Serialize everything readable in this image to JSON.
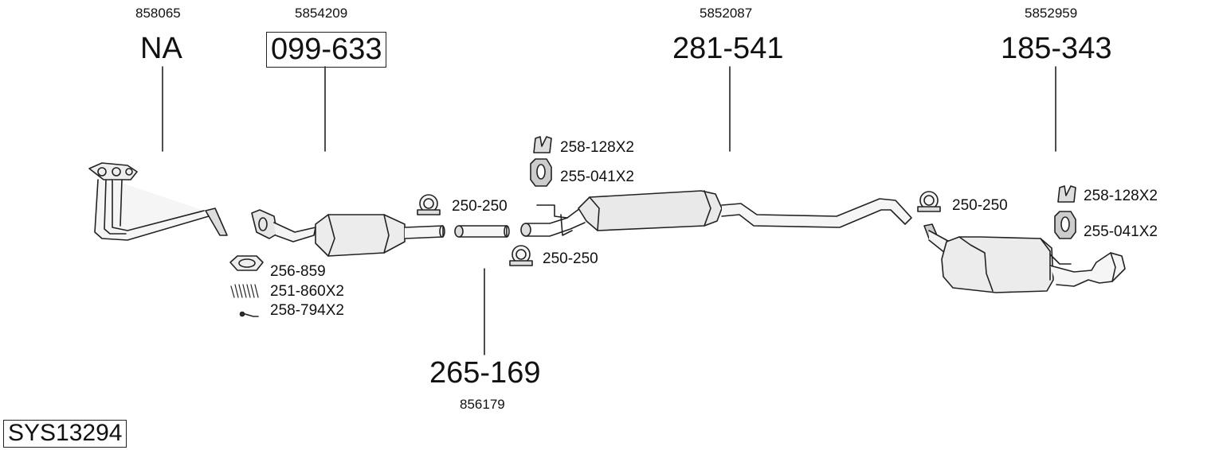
{
  "system_code": "SYS13294",
  "parts": [
    {
      "oe": "858065",
      "part_no": "NA",
      "boxed": false
    },
    {
      "oe": "5854209",
      "part_no": "099-633",
      "boxed": true
    },
    {
      "oe": "5852087",
      "part_no": "281-541",
      "boxed": false
    },
    {
      "oe": "5852959",
      "part_no": "185-343",
      "boxed": false
    },
    {
      "oe": "856179",
      "part_no": "265-169",
      "boxed": false
    }
  ],
  "accessories": {
    "gasket": "256-859",
    "spring": "251-860X2",
    "bolt": "258-794X2",
    "clamp_a": "250-250",
    "clamp_b": "250-250",
    "clamp_c": "250-250",
    "bracket_mid": "258-128X2",
    "rubber_mid": "255-041X2",
    "bracket_rear": "258-128X2",
    "rubber_rear": "255-041X2"
  },
  "colors": {
    "line": "#222222",
    "fill_light": "#f2f2f2",
    "fill_mid": "#d9d9d9"
  }
}
